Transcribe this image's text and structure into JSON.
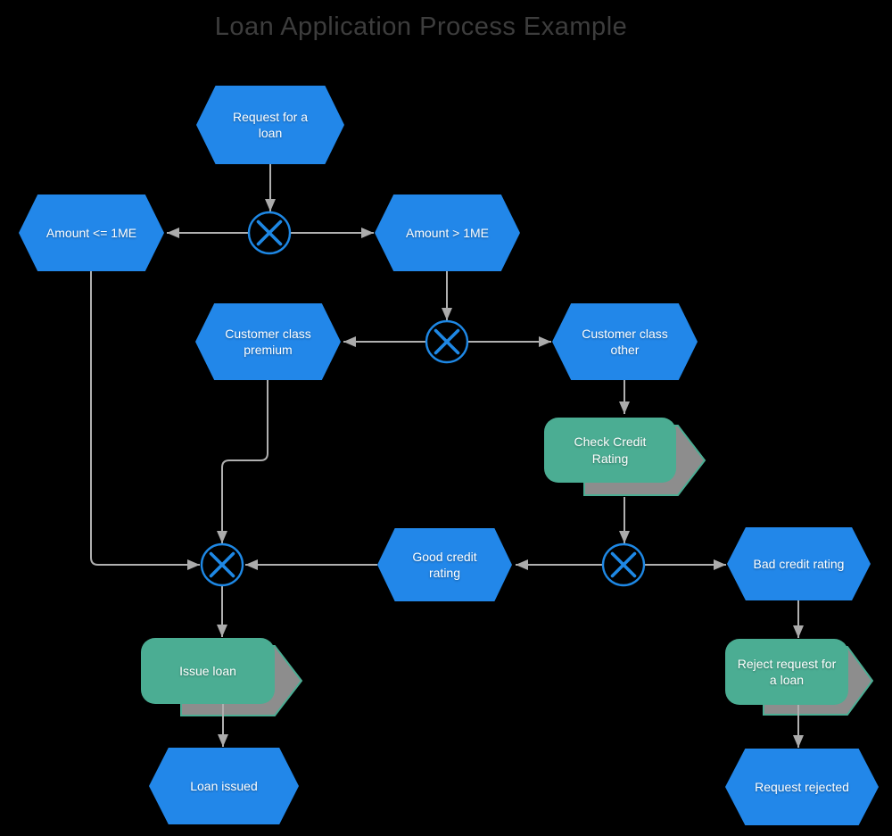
{
  "title": "Loan Application Process Example",
  "diagram_type": "EPC flowchart",
  "colors": {
    "background": "#000000",
    "event_fill": "#2287e9",
    "function_fill": "#4bad93",
    "shadow_fill": "#8d8d8d",
    "edge_color": "#b0b0b0",
    "xor_stroke": "#1e88e5",
    "title_color": "#3d3d3d",
    "node_text": "#ffffff"
  },
  "nodes": [
    {
      "id": "request-loan",
      "type": "event",
      "label": "Request for a loan"
    },
    {
      "id": "amount-lte-1me",
      "type": "event",
      "label": "Amount <= 1ME"
    },
    {
      "id": "amount-gt-1me",
      "type": "event",
      "label": "Amount > 1ME"
    },
    {
      "id": "customer-class-premium",
      "type": "event",
      "label": "Customer class premium"
    },
    {
      "id": "customer-class-other",
      "type": "event",
      "label": "Customer class other"
    },
    {
      "id": "check-credit-rating",
      "type": "function",
      "label": "Check Credit Rating"
    },
    {
      "id": "good-credit-rating",
      "type": "event",
      "label": "Good credit rating"
    },
    {
      "id": "bad-credit-rating",
      "type": "event",
      "label": "Bad credit rating"
    },
    {
      "id": "issue-loan",
      "type": "function",
      "label": "Issue loan"
    },
    {
      "id": "reject-request-loan",
      "type": "function",
      "label": "Reject request for a loan"
    },
    {
      "id": "loan-issued",
      "type": "event",
      "label": "Loan issued"
    },
    {
      "id": "request-rejected",
      "type": "event",
      "label": "Request rejected"
    }
  ],
  "connectors": [
    {
      "id": "xor-1",
      "type": "xor",
      "symbol": "X"
    },
    {
      "id": "xor-2",
      "type": "xor",
      "symbol": "X"
    },
    {
      "id": "xor-3",
      "type": "xor",
      "symbol": "X"
    },
    {
      "id": "xor-4",
      "type": "xor",
      "symbol": "X"
    }
  ],
  "edges": [
    {
      "from": "request-loan",
      "to": "xor-1"
    },
    {
      "from": "xor-1",
      "to": "amount-lte-1me"
    },
    {
      "from": "xor-1",
      "to": "amount-gt-1me"
    },
    {
      "from": "amount-gt-1me",
      "to": "xor-2"
    },
    {
      "from": "xor-2",
      "to": "customer-class-premium"
    },
    {
      "from": "xor-2",
      "to": "customer-class-other"
    },
    {
      "from": "customer-class-other",
      "to": "check-credit-rating"
    },
    {
      "from": "check-credit-rating",
      "to": "xor-3"
    },
    {
      "from": "xor-3",
      "to": "good-credit-rating"
    },
    {
      "from": "xor-3",
      "to": "bad-credit-rating"
    },
    {
      "from": "good-credit-rating",
      "to": "xor-4"
    },
    {
      "from": "customer-class-premium",
      "to": "xor-4"
    },
    {
      "from": "amount-lte-1me",
      "to": "xor-4"
    },
    {
      "from": "xor-4",
      "to": "issue-loan"
    },
    {
      "from": "issue-loan",
      "to": "loan-issued"
    },
    {
      "from": "bad-credit-rating",
      "to": "reject-request-loan"
    },
    {
      "from": "reject-request-loan",
      "to": "request-rejected"
    }
  ]
}
